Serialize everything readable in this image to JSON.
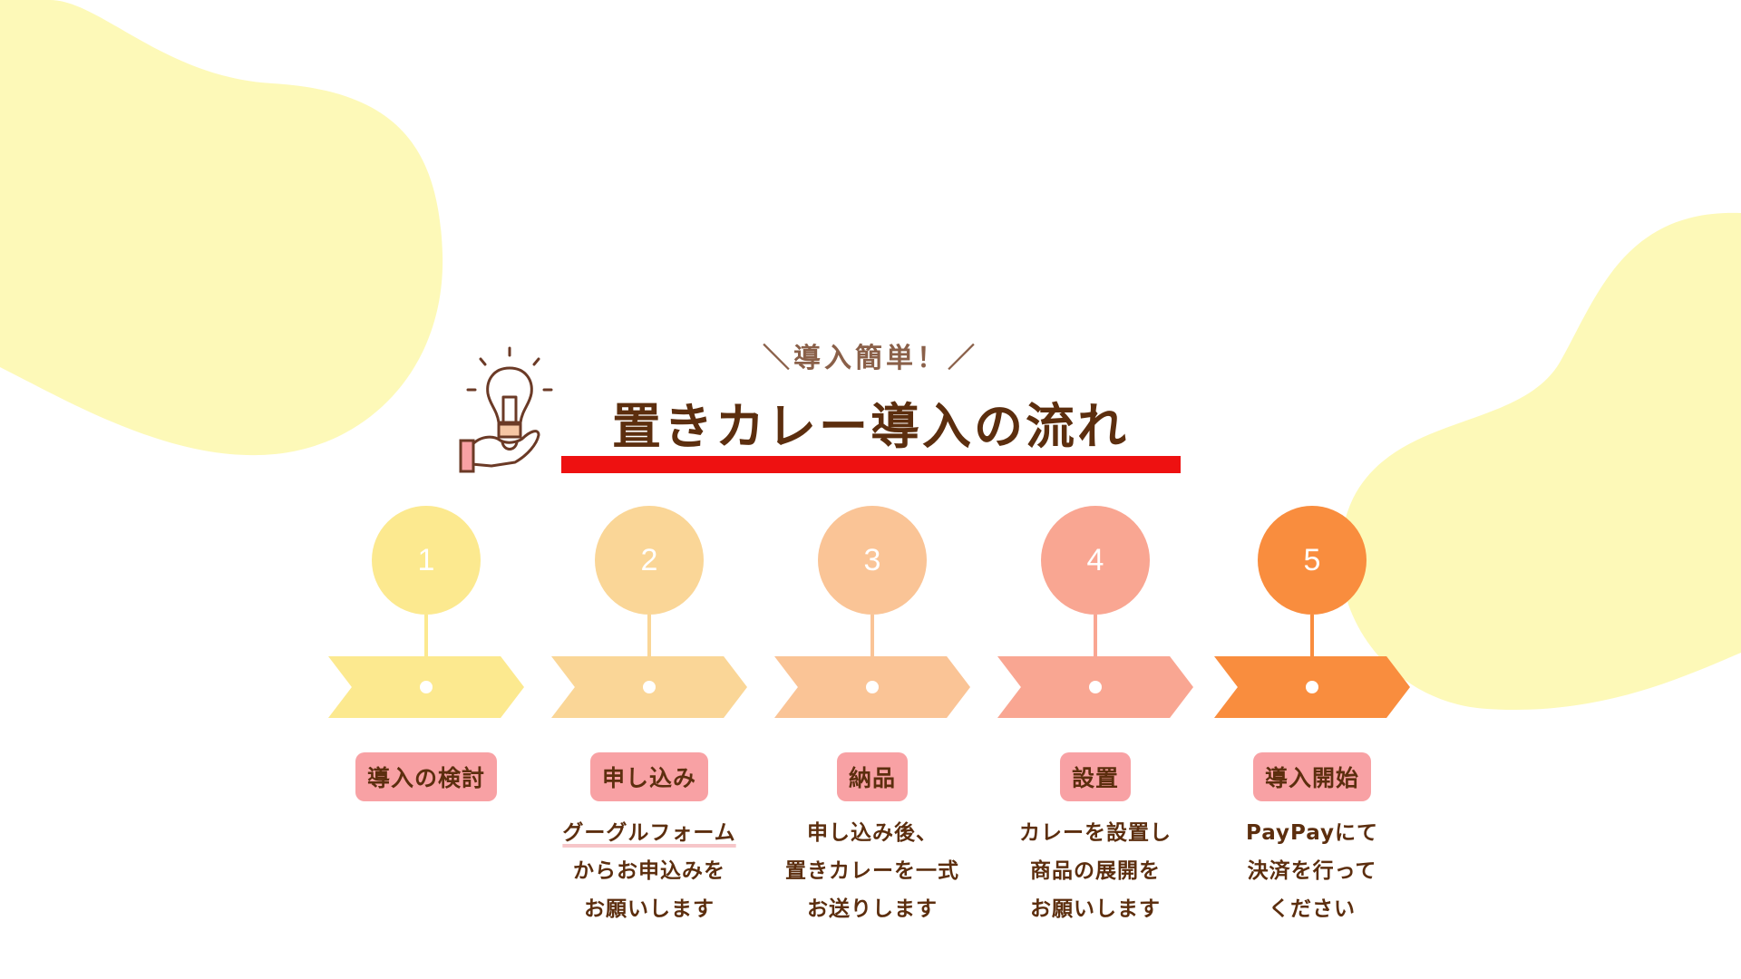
{
  "header": {
    "subtitle": "＼導入簡単！／",
    "title": "置きカレー導入の流れ"
  },
  "colors": {
    "blob": "#fdf9b8",
    "underline": "#ee1111",
    "label_bg": "#f8a1a4",
    "text": "#5c2e0e",
    "icon": "lightbulb-hand-icon"
  },
  "steps": [
    {
      "number": "1",
      "color": "#fce98f",
      "label": "導入の検討",
      "desc": [
        "",
        "",
        ""
      ]
    },
    {
      "number": "2",
      "color": "#fad697",
      "label": "申し込み",
      "desc": [
        "グーグルフォーム",
        "からお申込みを",
        "お願いします"
      ]
    },
    {
      "number": "3",
      "color": "#fac496",
      "label": "納品",
      "desc": [
        "申し込み後、",
        "置きカレーを一式",
        "お送りします"
      ]
    },
    {
      "number": "4",
      "color": "#f9a692",
      "label": "設置",
      "desc": [
        "カレーを設置し",
        "商品の展開を",
        "お願いします"
      ]
    },
    {
      "number": "5",
      "color": "#f98d3e",
      "label": "導入開始",
      "desc": [
        "PayPayにて",
        "決済を行って",
        "ください"
      ]
    }
  ]
}
